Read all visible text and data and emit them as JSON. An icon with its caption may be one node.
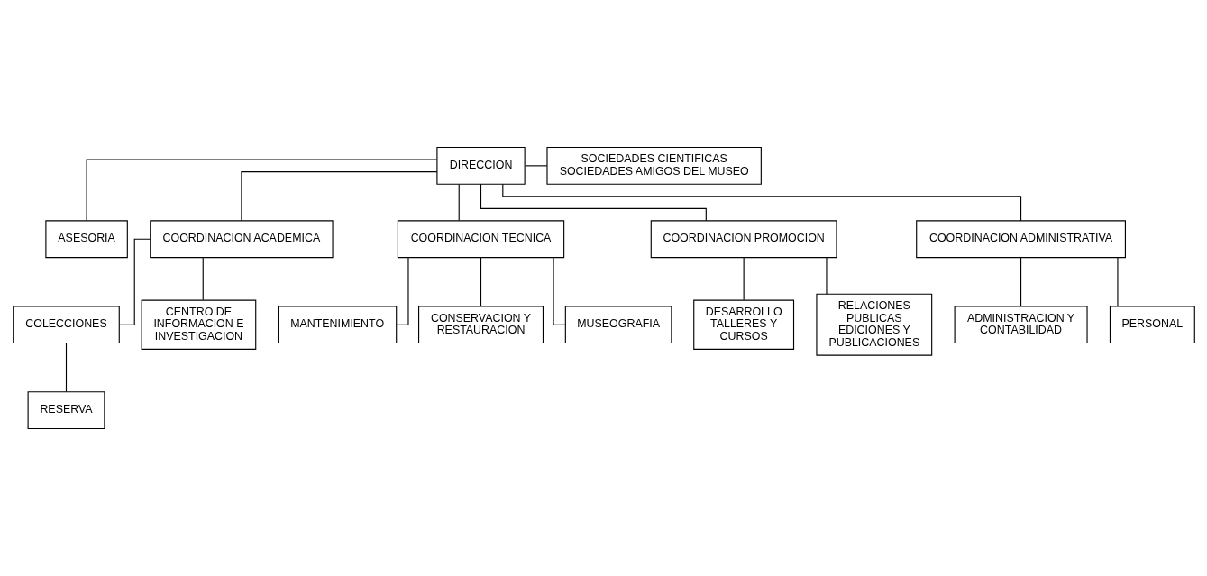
{
  "diagram": {
    "nodes": [
      {
        "text": [
          "DIRECCION"
        ]
      },
      {
        "text": [
          "SOCIEDADES CIENTIFICAS",
          "SOCIEDADES AMIGOS DEL MUSEO"
        ]
      },
      {
        "text": [
          "ASESORIA"
        ]
      },
      {
        "text": [
          "COORDINACION ACADEMICA"
        ]
      },
      {
        "text": [
          "COORDINACION TECNICA"
        ]
      },
      {
        "text": [
          "COORDINACION PROMOCION"
        ]
      },
      {
        "text": [
          "COORDINACION ADMINISTRATIVA"
        ]
      },
      {
        "text": [
          "COLECCIONES"
        ]
      },
      {
        "text": [
          "CENTRO DE INFORMACION E INVESTIGACION"
        ]
      },
      {
        "text": [
          "RESERVA"
        ]
      },
      {
        "text": [
          "MANTENIMIENTO"
        ]
      },
      {
        "text": [
          "CONSERVACION Y RESTAURACION"
        ]
      },
      {
        "text": [
          "MUSEOGRAFIA"
        ]
      },
      {
        "text": [
          "DESARROLLO TALLERES Y CURSOS"
        ]
      },
      {
        "text": [
          "RELACIONES PUBLICAS EDICIONES Y PUBLICACIONES"
        ]
      },
      {
        "text": [
          "ADMINISTRACION Y CONTABILIDAD"
        ]
      },
      {
        "text": [
          "PERSONAL"
        ]
      }
    ],
    "edges": [
      {
        "from": 0,
        "to": 1,
        "arrow": "none"
      },
      {
        "from": 0,
        "to": 2,
        "arrow": "none"
      },
      {
        "from": 0,
        "to": 3,
        "arrow": "none"
      },
      {
        "from": 0,
        "to": 4,
        "arrow": "none"
      },
      {
        "from": 0,
        "to": 5,
        "arrow": "none"
      },
      {
        "from": 0,
        "to": 6,
        "arrow": "none"
      },
      {
        "from": 3,
        "to": 7,
        "arrow": "none"
      },
      {
        "from": 3,
        "to": 8,
        "arrow": "none"
      },
      {
        "from": 7,
        "to": 9,
        "arrow": "none"
      },
      {
        "from": 4,
        "to": 10,
        "arrow": "none"
      },
      {
        "from": 4,
        "to": 11,
        "arrow": "none"
      },
      {
        "from": 4,
        "to": 12,
        "arrow": "none"
      },
      {
        "from": 5,
        "to": 13,
        "arrow": "none"
      },
      {
        "from": 5,
        "to": 14,
        "arrow": "none"
      },
      {
        "from": 6,
        "to": 15,
        "arrow": "none"
      },
      {
        "from": 6,
        "to": 16,
        "arrow": "none"
      }
    ]
  }
}
